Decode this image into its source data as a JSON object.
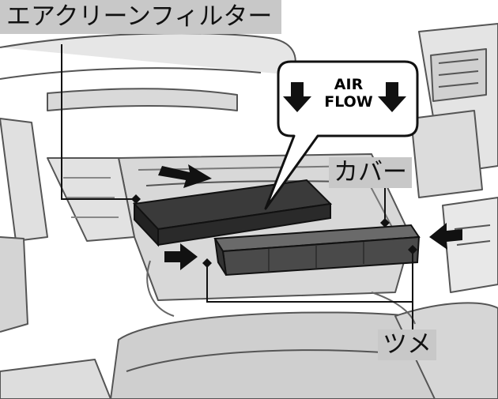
{
  "labels": {
    "filter": "エアクリーンフィルター",
    "cover": "カバー",
    "tab": "ツメ"
  },
  "airflow": {
    "line1": "AIR",
    "line2": "FLOW"
  },
  "icons": [
    "down-arrow-icon",
    "push-arrow-icon",
    "callout-pointer-icon"
  ],
  "colors": {
    "background": "#ffffff",
    "dashboard_line": "#555555",
    "filter_body": "#3c3c3c",
    "cover_body": "#4a4a4a",
    "label_box": "#c8c8c8",
    "callout_fill": "#ffffff"
  }
}
